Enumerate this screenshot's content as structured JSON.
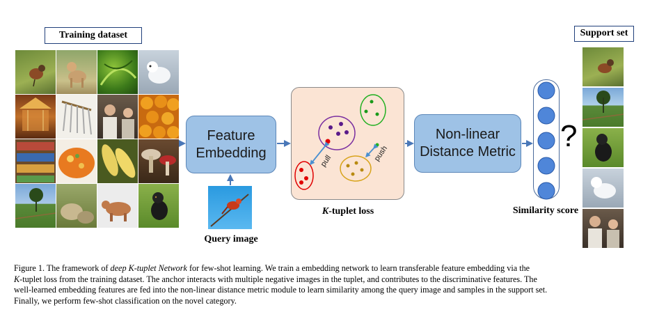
{
  "figure": {
    "training_label": "Training dataset",
    "support_label": "Support set",
    "query_label": "Query image",
    "feature_block": {
      "line1": "Feature",
      "line2": "Embedding"
    },
    "metric_block": {
      "line1": "Non-linear",
      "line2": "Distance Metric"
    },
    "loss_label_italic": "K",
    "loss_label_rest": "-tuplet loss",
    "similarity_label": "Similarity score",
    "question_mark": "?",
    "pull_label": "pull",
    "push_label": "push",
    "score_nodes": 5,
    "colors": {
      "block_fill": "#9ec2e6",
      "block_border": "#5b86b8",
      "loss_fill": "#fbe4d4",
      "arrow": "#4a78b8",
      "node_fill": "#4f86d9",
      "anchor_red": "#e00000",
      "purple": "#7a2fa0",
      "green": "#22b022",
      "orange": "#d8a31a"
    }
  },
  "caption": {
    "prefix": "Figure 1.  The framework of ",
    "italic_title": "deep K-tuplet Network",
    "line1_rest": " for few-shot learning. We train a embedding network to learn transferable feature embedding via the",
    "line2_italic": "K",
    "line2_rest": "-tuplet loss from the training dataset. The anchor interacts with multiple negative images in the tuplet, and contributes to the discriminative features. The",
    "line3": "well-learned embedding features are fed into the non-linear distance metric module to learn similarity among the query image and samples in the support set.",
    "line4": "Finally, we perform few-shot classification on the novel category."
  }
}
